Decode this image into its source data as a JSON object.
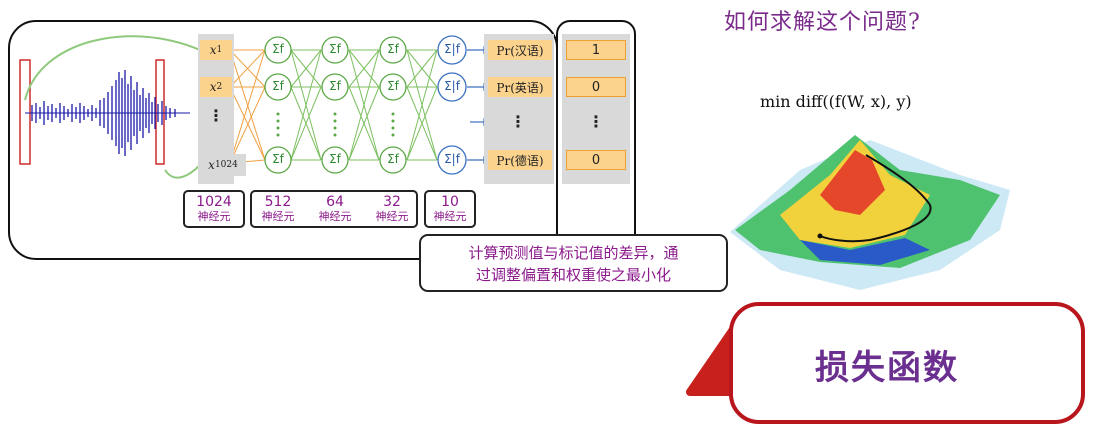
{
  "inputs": [
    "x1",
    "x2",
    "x1024"
  ],
  "input_sub": {
    "x1": "1",
    "x2": "2",
    "x1024": "1024"
  },
  "input_var": "x",
  "vertical_dots": "⋮",
  "neuron_label": "Σf",
  "output_neuron_label": "Σ|f",
  "outputs": [
    {
      "label": "Pr(汉语)",
      "value": "1"
    },
    {
      "label": "Pr(英语)",
      "value": "0"
    },
    {
      "label": "Pr(德语)",
      "value": "0"
    }
  ],
  "layer_counts": [
    {
      "number": "1024",
      "label": "神经元"
    },
    {
      "number": "512",
      "label": "神经元"
    },
    {
      "number": "64",
      "label": "神经元"
    },
    {
      "number": "32",
      "label": "神经元"
    },
    {
      "number": "10",
      "label": "神经元"
    }
  ],
  "callout": {
    "line1": "计算预测值与标记值的差异，通",
    "line2": "过调整偏置和权重使之最小化"
  },
  "question": "如何求解这个问题?",
  "formula": "min diff((f(W, x), y)",
  "loss_title": "损失函数",
  "colors": {
    "accent_purple": "#7a2a8a",
    "neuron_green": "#5aa845",
    "output_blue": "#3a70c0",
    "warning_red": "#c8201c",
    "cell_orange": "#fbd38d"
  }
}
